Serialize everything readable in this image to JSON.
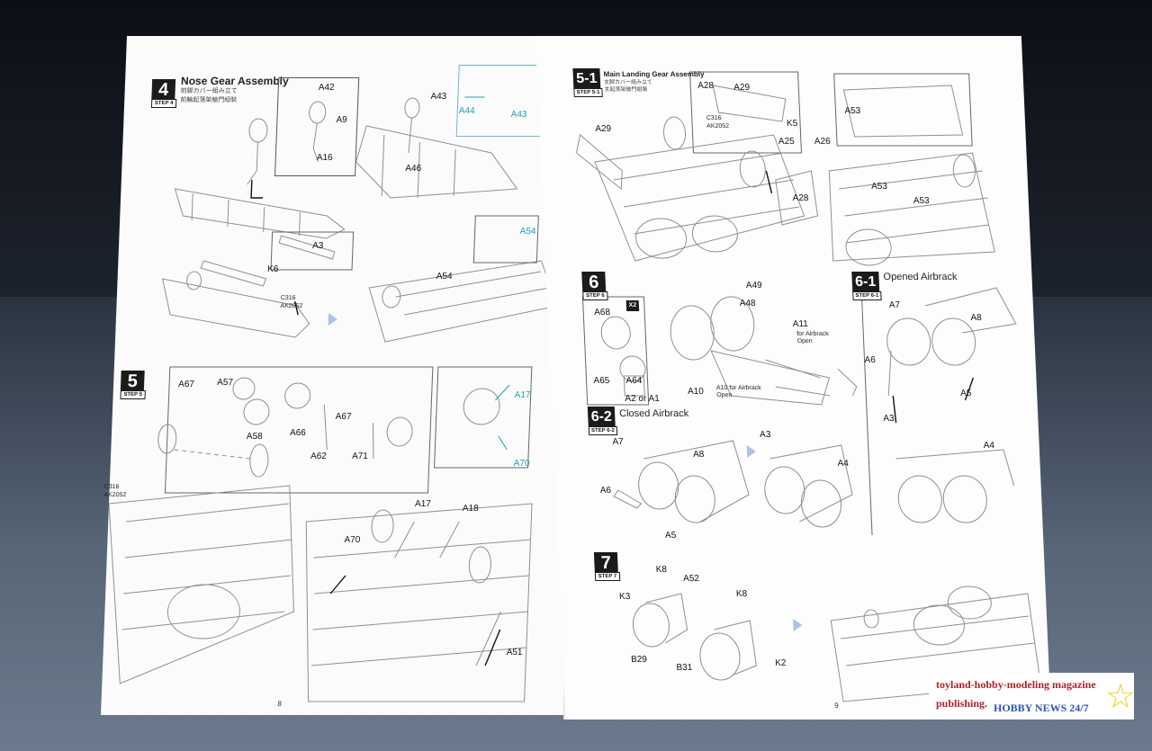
{
  "left_page": {
    "page_number": "8",
    "step4": {
      "num": "4",
      "sub": "STEP 4",
      "title": "Nose Gear Assembly",
      "cjk1": "前脚カバー組み立て",
      "cjk2": "前輪起落架艙門組裝",
      "labels": [
        "A42",
        "A9",
        "A16",
        "A43",
        "A44",
        "A43",
        "A46",
        "A3",
        "K6",
        "A54",
        "A54"
      ],
      "paint_code": "C316",
      "paint_code2": "AK2052"
    },
    "step5": {
      "num": "5",
      "sub": "STEP 5",
      "labels": [
        "A67",
        "A57",
        "A58",
        "A66",
        "A67",
        "A62",
        "A71",
        "A17",
        "A70",
        "A17",
        "A18",
        "A70",
        "A51"
      ],
      "paint_code": "C316",
      "paint_code2": "AK2052"
    }
  },
  "right_page": {
    "page_number": "9",
    "step51": {
      "num": "5-1",
      "sub": "STEP 5-1",
      "title": "Main Landing Gear Assembly",
      "cjk1": "主脚カバー組み立て",
      "cjk2": "主起落架艙門組裝",
      "labels": [
        "A28",
        "A29",
        "K5",
        "A25",
        "A26",
        "A29",
        "A28",
        "A53",
        "A53",
        "A53"
      ],
      "paint_code": "C316",
      "paint_code2": "AK2052"
    },
    "step6": {
      "num": "6",
      "sub": "STEP 6",
      "labels": [
        "A68",
        "X2",
        "A65",
        "A64",
        "A2 or A1",
        "A49",
        "A48",
        "A11",
        "A10"
      ],
      "note_a11": "for Airbrack Open",
      "note_a10": "A10 for Airbrack Open"
    },
    "step61": {
      "num": "6-1",
      "sub": "STEP 6-1",
      "title": "Opened Airbrack",
      "labels": [
        "A7",
        "A8",
        "A6",
        "A5",
        "A3",
        "A4"
      ]
    },
    "step62": {
      "num": "6-2",
      "sub": "STEP 6-2",
      "title": "Closed Airbrack",
      "labels": [
        "A7",
        "A8",
        "A6",
        "A5",
        "A3",
        "A4"
      ]
    },
    "step7": {
      "num": "7",
      "sub": "STEP 7",
      "labels": [
        "K8",
        "A52",
        "K3",
        "K8",
        "B29",
        "B31",
        "K2"
      ]
    }
  },
  "watermark": {
    "line1": "toyland-hobby-modeling magazine",
    "line2": "publishing.",
    "brand": "HOBBY NEWS 24/7",
    "star_icon": "star-icon",
    "text_color": "#b0202a",
    "brand_color": "#2a55b8",
    "star_color": "#f2d21b"
  },
  "colors": {
    "line_art": "#8a9099",
    "accent_cyan": "#1aa0b0",
    "arrow_blue": "#a9c4e6",
    "step_box": "#1b1b1b"
  }
}
